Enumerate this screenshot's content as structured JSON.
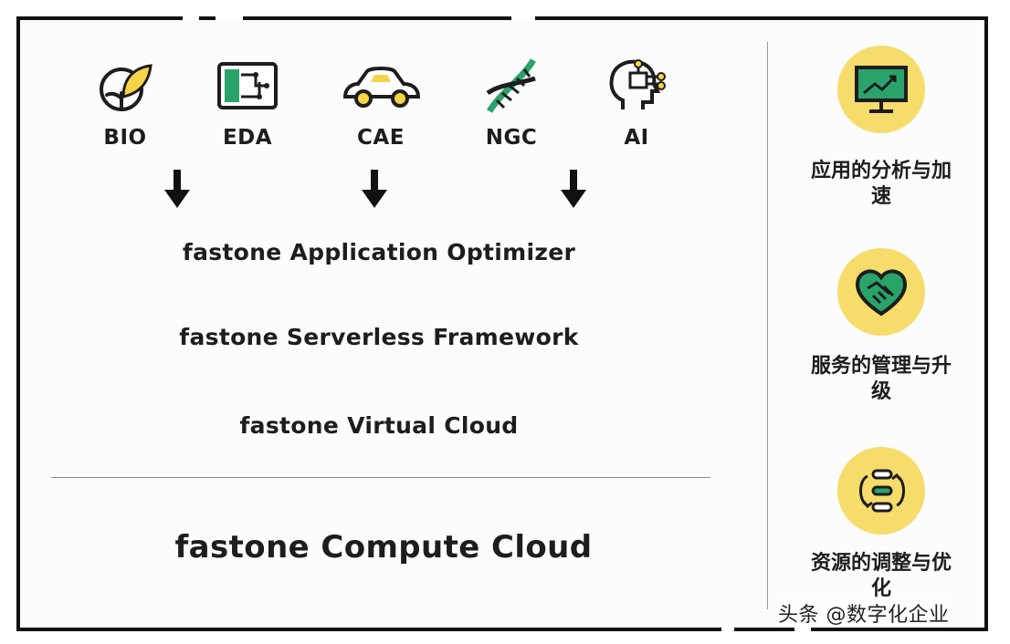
{
  "domains": [
    {
      "label": "BIO",
      "icon": "leaf-icon"
    },
    {
      "label": "EDA",
      "icon": "circuit-board-icon"
    },
    {
      "label": "CAE",
      "icon": "car-icon"
    },
    {
      "label": "NGC",
      "icon": "dna-icon"
    },
    {
      "label": "AI",
      "icon": "ai-head-icon"
    }
  ],
  "layers": {
    "optimizer": "fastone Application Optimizer",
    "serverless": "fastone Serverless Framework",
    "virtual_cloud": "fastone Virtual Cloud",
    "compute_cloud": "fastone Compute Cloud"
  },
  "features": [
    {
      "text": "应用的分析与加速",
      "icon": "monitor-chart-icon"
    },
    {
      "text": "服务的管理与升级",
      "icon": "handshake-heart-icon"
    },
    {
      "text": "资源的调整与优化",
      "icon": "cycle-flow-icon"
    }
  ],
  "watermark": "头条 @数字化企业",
  "colors": {
    "accent_circle": "#f6dc6a",
    "icon_green": "#2aa36b",
    "icon_yellow": "#f5d547"
  }
}
